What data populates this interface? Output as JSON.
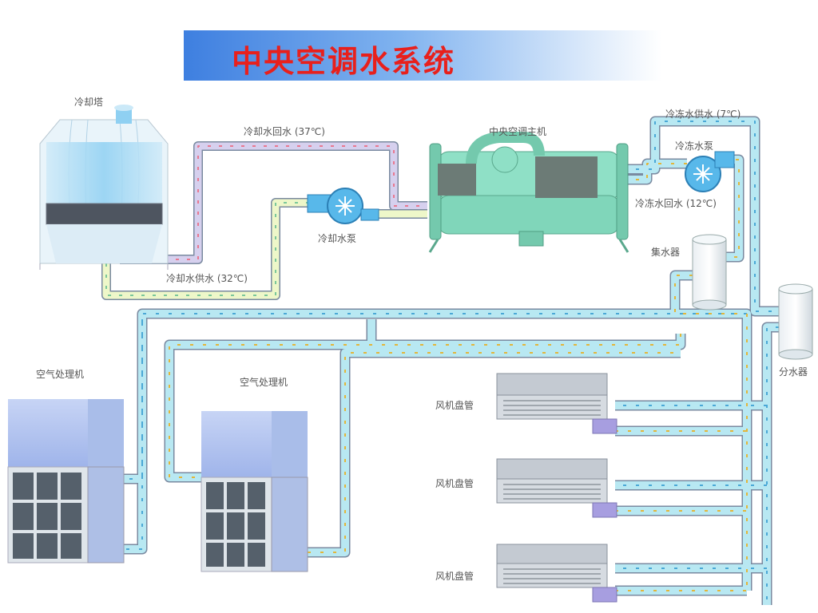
{
  "title": "中央空调水系统",
  "labels": {
    "cooling_tower": "冷却塔",
    "cooling_return": "冷却水回水 (37℃)",
    "cooling_supply": "冷却水供水 (32℃)",
    "cooling_pump": "冷却水泵",
    "chiller": "中央空调主机",
    "chilled_supply": "冷冻水供水 (7℃)",
    "chilled_pump": "冷冻水泵",
    "chilled_return": "冷冻水回水 (12℃)",
    "collector": "集水器",
    "distributor": "分水器",
    "ahu1": "空气处理机",
    "ahu2": "空气处理机",
    "fcu1": "风机盘管",
    "fcu2": "风机盘管",
    "fcu3": "风机盘管"
  },
  "colors": {
    "pipe_fill": "#b8e8f2",
    "pipe_edge": "#7a8aa0",
    "return_pipe": "#d6d0ee",
    "supply_pipe": "#eef7c9",
    "machine": "#8fe0c6",
    "pump": "#58b8ea",
    "title": "#e8201c"
  }
}
